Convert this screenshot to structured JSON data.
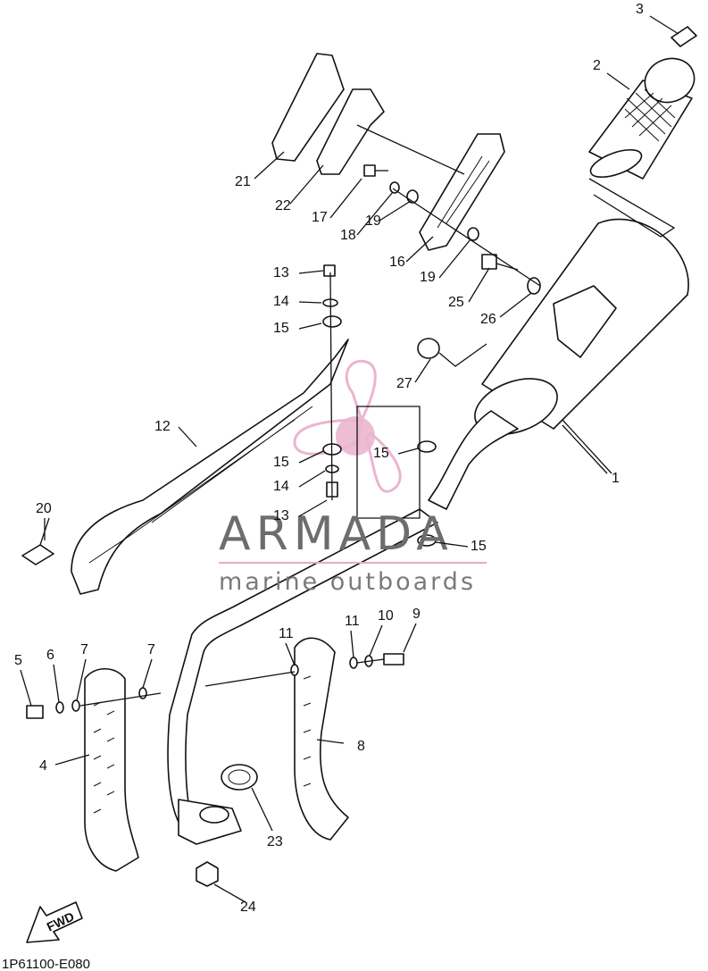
{
  "callouts": [
    "1",
    "2",
    "3",
    "4",
    "5",
    "6",
    "7",
    "7",
    "8",
    "9",
    "10",
    "11",
    "11",
    "12",
    "13",
    "13",
    "14",
    "14",
    "15",
    "15",
    "15",
    "15",
    "16",
    "17",
    "18",
    "19",
    "19",
    "20",
    "21",
    "22",
    "23",
    "24",
    "25",
    "26",
    "27"
  ],
  "watermark": {
    "brand": "ARMADA",
    "tagline": "marine outboards",
    "accent_color": "#e7a9c9",
    "text_color": "#6d6d6d"
  },
  "fwd_arrow": {
    "label": "FWD"
  },
  "diagram_code": "1P61100-E080"
}
